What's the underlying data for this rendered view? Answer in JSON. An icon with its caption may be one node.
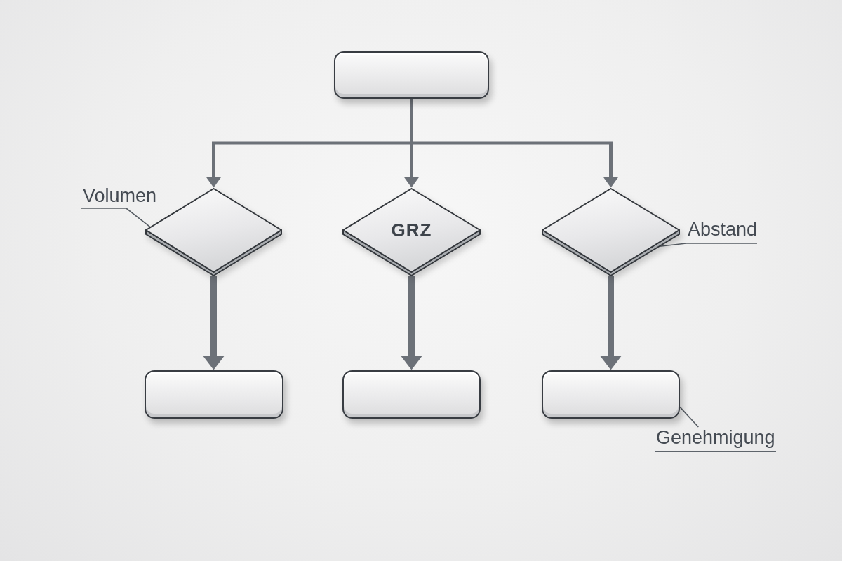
{
  "diagram": {
    "nodes": [
      {
        "text": [],
        "shape": "box"
      },
      {
        "text": [],
        "shape": "diamond"
      },
      {
        "text": [
          "GRZ"
        ]
      },
      {
        "text": [],
        "shape": "diamond"
      },
      {
        "text": [],
        "shape": "box"
      },
      {
        "text": [],
        "shape": "box"
      },
      {
        "text": [],
        "shape": "box"
      },
      {
        "text": [
          "Volumen"
        ]
      },
      {
        "text": [
          "Abstand"
        ]
      },
      {
        "text": [
          "Genehmigung"
        ]
      }
    ],
    "edges": [
      {
        "from": 0,
        "to": 1,
        "arrow": "to"
      },
      {
        "from": 0,
        "to": 2,
        "arrow": "to"
      },
      {
        "from": 0,
        "to": 3,
        "arrow": "to"
      },
      {
        "from": 1,
        "to": 4,
        "arrow": "to",
        "style": "thick"
      },
      {
        "from": 2,
        "to": 5,
        "arrow": "to",
        "style": "thick"
      },
      {
        "from": 3,
        "to": 6,
        "arrow": "to",
        "style": "thick"
      },
      {
        "from": 7,
        "to": 1,
        "arrow": "none"
      },
      {
        "from": 8,
        "to": 3,
        "arrow": "none"
      },
      {
        "from": 9,
        "to": 6,
        "arrow": "none"
      }
    ]
  }
}
